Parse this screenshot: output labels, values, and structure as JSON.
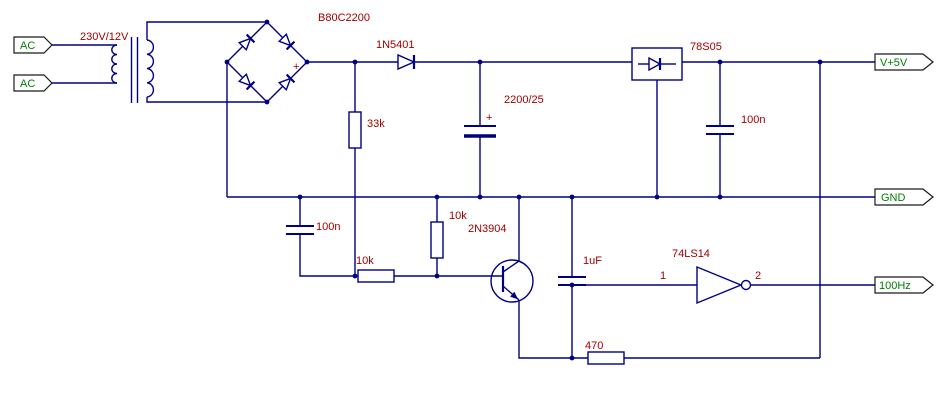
{
  "colors": {
    "wire": "#000084",
    "label": "#A00000",
    "terminal_text": "#008000",
    "terminal_outline": "#1a1a1a"
  },
  "terminals": {
    "ac1": {
      "label": "AC"
    },
    "ac2": {
      "label": "AC"
    },
    "v5": {
      "label": "V+5V"
    },
    "gnd": {
      "label": "GND"
    },
    "hz": {
      "label": "100Hz"
    }
  },
  "labels": {
    "transformer": "230V/12V",
    "bridge": "B80C2200",
    "bridge_plus": "+",
    "rectifier_diode": "1N5401",
    "r33k": "33k",
    "smoothing_cap": "2200/25",
    "smoothing_cap_plus": "+",
    "regulator": "78S05",
    "output_cap": "100n",
    "filter_cap": "100n",
    "r10k_series": "10k",
    "r10k_pulldown": "10k",
    "transistor": "2N3904",
    "coupling_cap": "1uF",
    "schmitt_inverter": "74LS14",
    "pin_input": "1",
    "pin_output": "2",
    "r470": "470"
  }
}
